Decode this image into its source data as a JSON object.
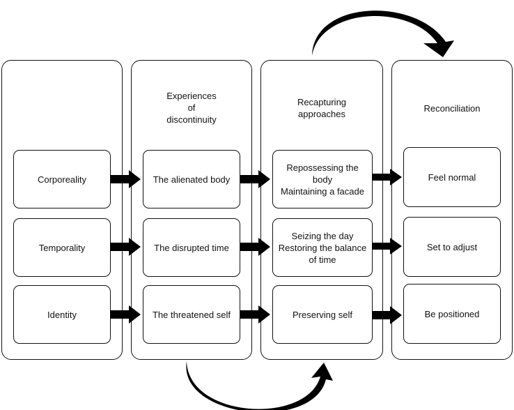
{
  "columns": [
    {
      "title": ""
    },
    {
      "title": "Experiences\nof\ndiscontinuity"
    },
    {
      "title": "Recapturing\napproaches"
    },
    {
      "title": "Reconciliation"
    }
  ],
  "rows": [
    [
      "Corporeality",
      "The alienated body",
      "Repossessing the body\nMaintaining a facade",
      "Feel normal"
    ],
    [
      "Temporality",
      "The disrupted time",
      "Seizing the day\nRestoring the balance of time",
      "Set to adjust"
    ],
    [
      "Identity",
      "The threatened self",
      "Preserving self",
      "Be positioned"
    ]
  ],
  "colors": {
    "stroke": "#111111",
    "fill": "#000000"
  }
}
